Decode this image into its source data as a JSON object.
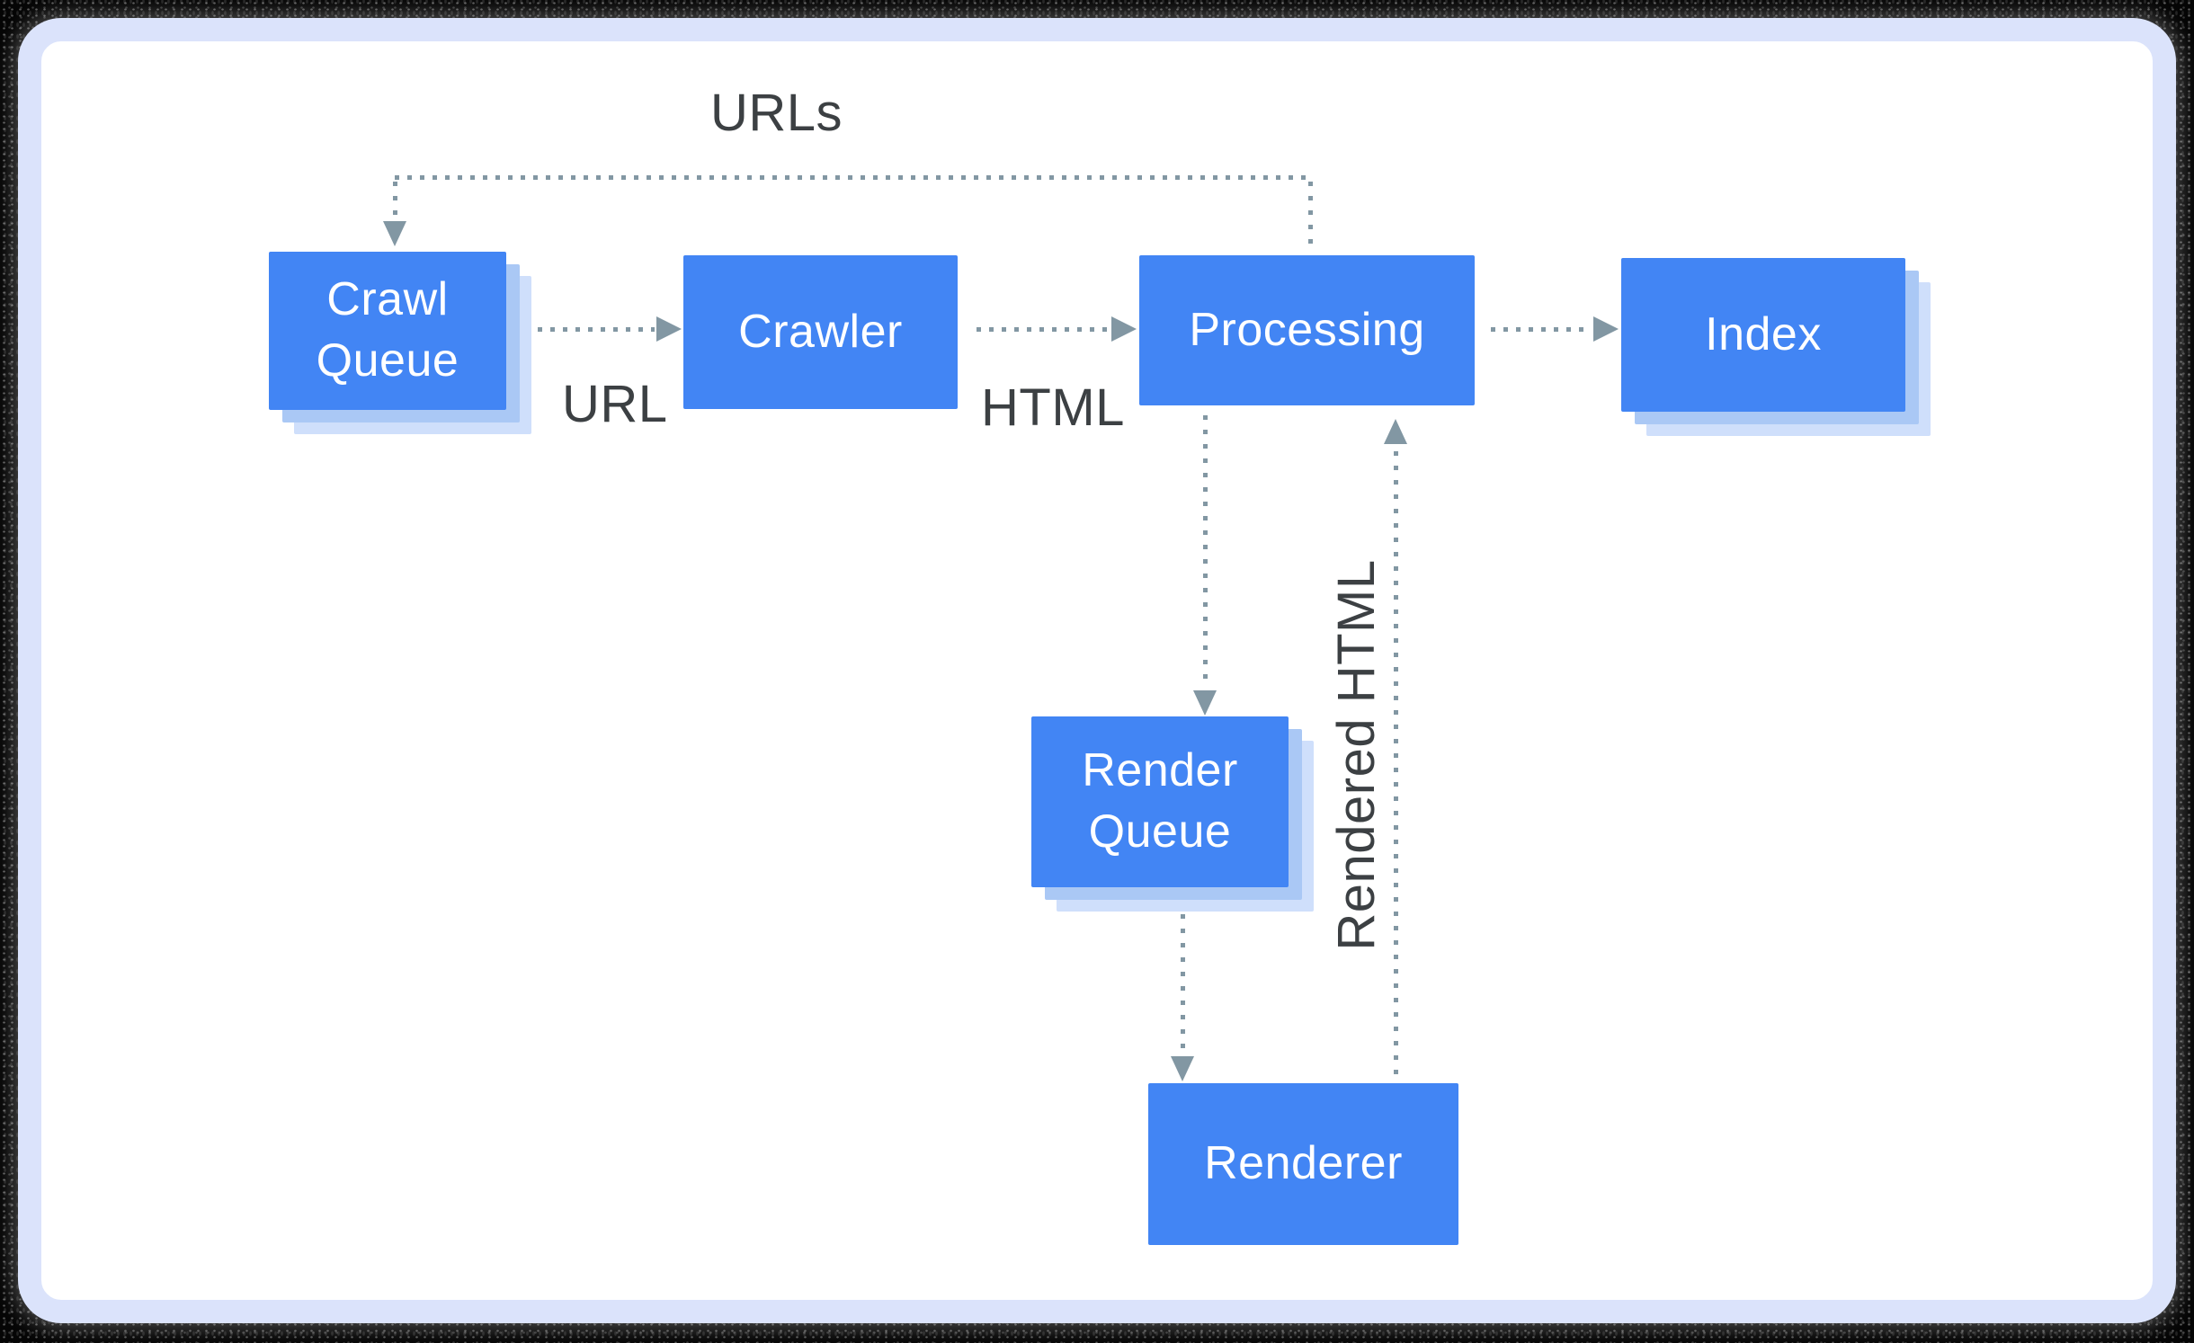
{
  "nodes": [
    {
      "id": "crawl-queue",
      "label": "Crawl Queue"
    },
    {
      "id": "crawler",
      "label": "Crawler"
    },
    {
      "id": "processing",
      "label": "Processing"
    },
    {
      "id": "index",
      "label": "Index"
    },
    {
      "id": "render-queue",
      "label": "Render Queue"
    },
    {
      "id": "renderer",
      "label": "Renderer"
    }
  ],
  "edges": [
    {
      "from": "processing",
      "to": "crawl-queue",
      "label": "URLs",
      "style": "dotted"
    },
    {
      "from": "crawl-queue",
      "to": "crawler",
      "label": "URL",
      "style": "dotted"
    },
    {
      "from": "crawler",
      "to": "processing",
      "label": "HTML",
      "style": "dotted"
    },
    {
      "from": "processing",
      "to": "index",
      "label": "",
      "style": "dotted"
    },
    {
      "from": "processing",
      "to": "render-queue",
      "label": "",
      "style": "dotted"
    },
    {
      "from": "render-queue",
      "to": "renderer",
      "label": "",
      "style": "dotted"
    },
    {
      "from": "renderer",
      "to": "processing",
      "label": "Rendered HTML",
      "style": "dotted"
    }
  ],
  "colors": {
    "node-fill": "#4285f4",
    "node-text": "#ffffff",
    "shadow-mid": "#aac8f5",
    "shadow-light": "#cfdffb",
    "connector": "#8297a3",
    "label-text": "#3c4043",
    "card-bg": "#ffffff",
    "card-border": "#dbe3fb",
    "outer-bg": "#050505"
  }
}
